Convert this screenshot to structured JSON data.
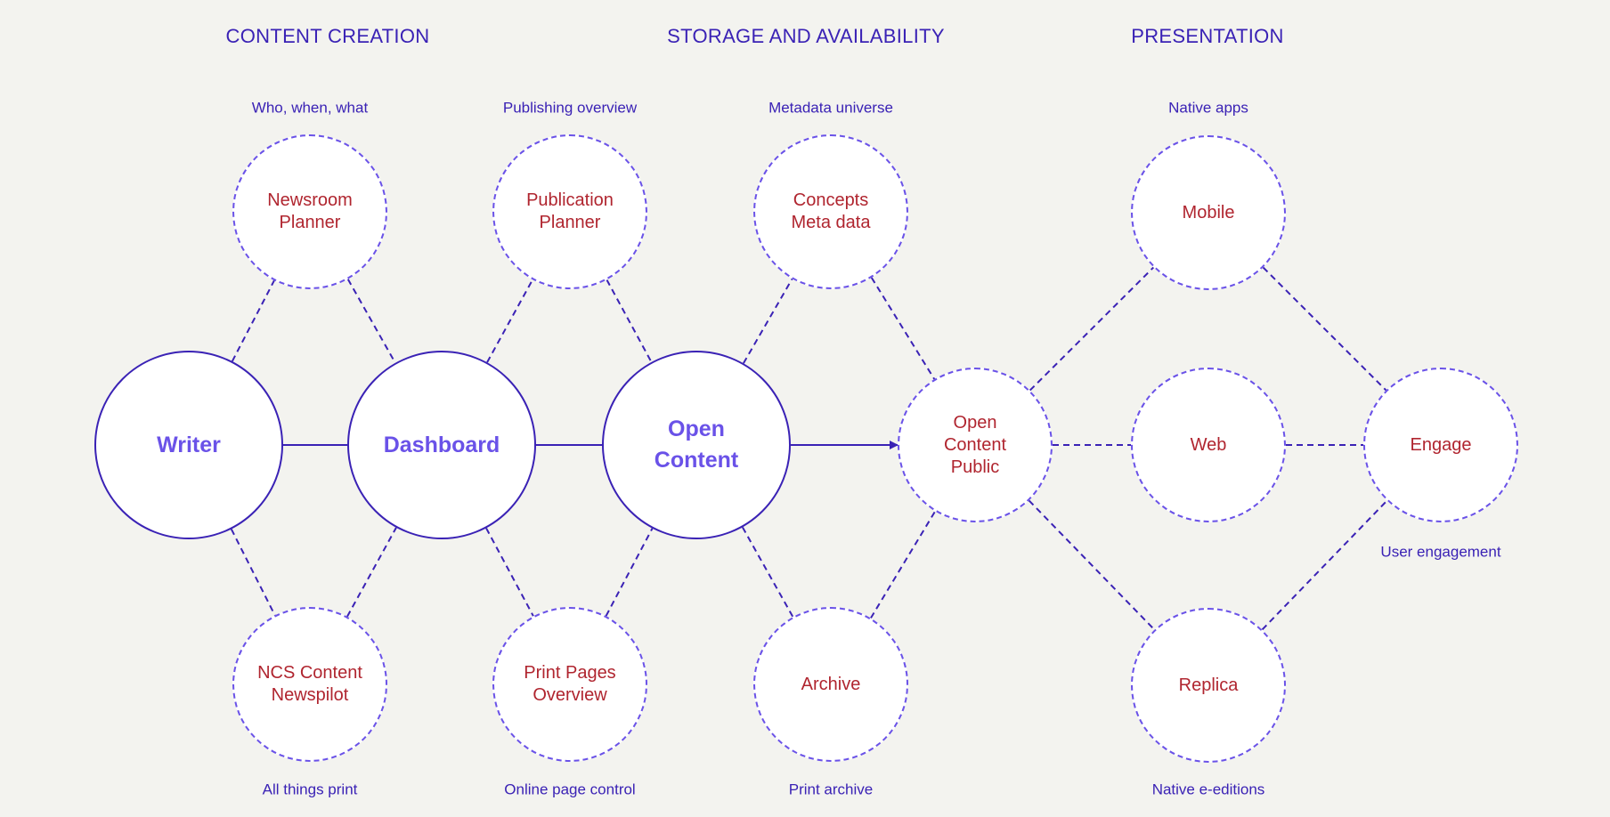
{
  "colors": {
    "background": "#f3f3ef",
    "heading": "#3a22b5",
    "caption": "#3a22b5",
    "edge": "#3a22b5",
    "dashed_border": "#6a52e8",
    "primary_text": "#6a52e8",
    "secondary_text": "#b0252f"
  },
  "headings": {
    "content_creation": "CONTENT CREATION",
    "storage": "STORAGE AND AVAILABILITY",
    "presentation": "PRESENTATION"
  },
  "captions": {
    "who_when_what": "Who, when, what",
    "publishing_overview": "Publishing overview",
    "metadata_universe": "Metadata universe",
    "native_apps": "Native apps",
    "user_engagement": "User engagement",
    "all_things_print": "All things print",
    "online_page_control": "Online page control",
    "print_archive": "Print archive",
    "native_e_editions": "Native e-editions"
  },
  "nodes": {
    "writer": [
      "Writer"
    ],
    "dashboard": [
      "Dashboard"
    ],
    "open_content": [
      "Open",
      "Content"
    ],
    "newsroom_planner": [
      "Newsroom",
      "Planner"
    ],
    "publication_planner": [
      "Publication",
      "Planner"
    ],
    "concepts_meta": [
      "Concepts",
      "Meta data"
    ],
    "mobile": [
      "Mobile"
    ],
    "open_content_public": [
      "Open",
      "Content",
      "Public"
    ],
    "web": [
      "Web"
    ],
    "engage": [
      "Engage"
    ],
    "ncs_content": [
      "NCS Content",
      "Newspilot"
    ],
    "print_pages": [
      "Print Pages",
      "Overview"
    ],
    "archive": [
      "Archive"
    ],
    "replica": [
      "Replica"
    ]
  },
  "edges": [
    {
      "from": "writer",
      "to": "dashboard",
      "style": "solid"
    },
    {
      "from": "dashboard",
      "to": "open_content",
      "style": "solid"
    },
    {
      "from": "open_content",
      "to": "open_content_public",
      "style": "solid-arrow"
    },
    {
      "from": "writer",
      "to": "newsroom_planner",
      "style": "dashed"
    },
    {
      "from": "newsroom_planner",
      "to": "dashboard",
      "style": "dashed"
    },
    {
      "from": "dashboard",
      "to": "publication_planner",
      "style": "dashed"
    },
    {
      "from": "publication_planner",
      "to": "open_content",
      "style": "dashed"
    },
    {
      "from": "open_content",
      "to": "concepts_meta",
      "style": "dashed"
    },
    {
      "from": "concepts_meta",
      "to": "open_content_public",
      "style": "dashed"
    },
    {
      "from": "writer",
      "to": "ncs_content",
      "style": "dashed"
    },
    {
      "from": "ncs_content",
      "to": "dashboard",
      "style": "dashed"
    },
    {
      "from": "dashboard",
      "to": "print_pages",
      "style": "dashed"
    },
    {
      "from": "print_pages",
      "to": "open_content",
      "style": "dashed"
    },
    {
      "from": "open_content",
      "to": "archive",
      "style": "dashed"
    },
    {
      "from": "archive",
      "to": "open_content_public",
      "style": "dashed"
    },
    {
      "from": "open_content_public",
      "to": "mobile",
      "style": "dashed"
    },
    {
      "from": "open_content_public",
      "to": "web",
      "style": "dashed"
    },
    {
      "from": "open_content_public",
      "to": "replica",
      "style": "dashed"
    },
    {
      "from": "mobile",
      "to": "engage",
      "style": "dashed"
    },
    {
      "from": "web",
      "to": "engage",
      "style": "dashed"
    },
    {
      "from": "replica",
      "to": "engage",
      "style": "dashed"
    }
  ]
}
